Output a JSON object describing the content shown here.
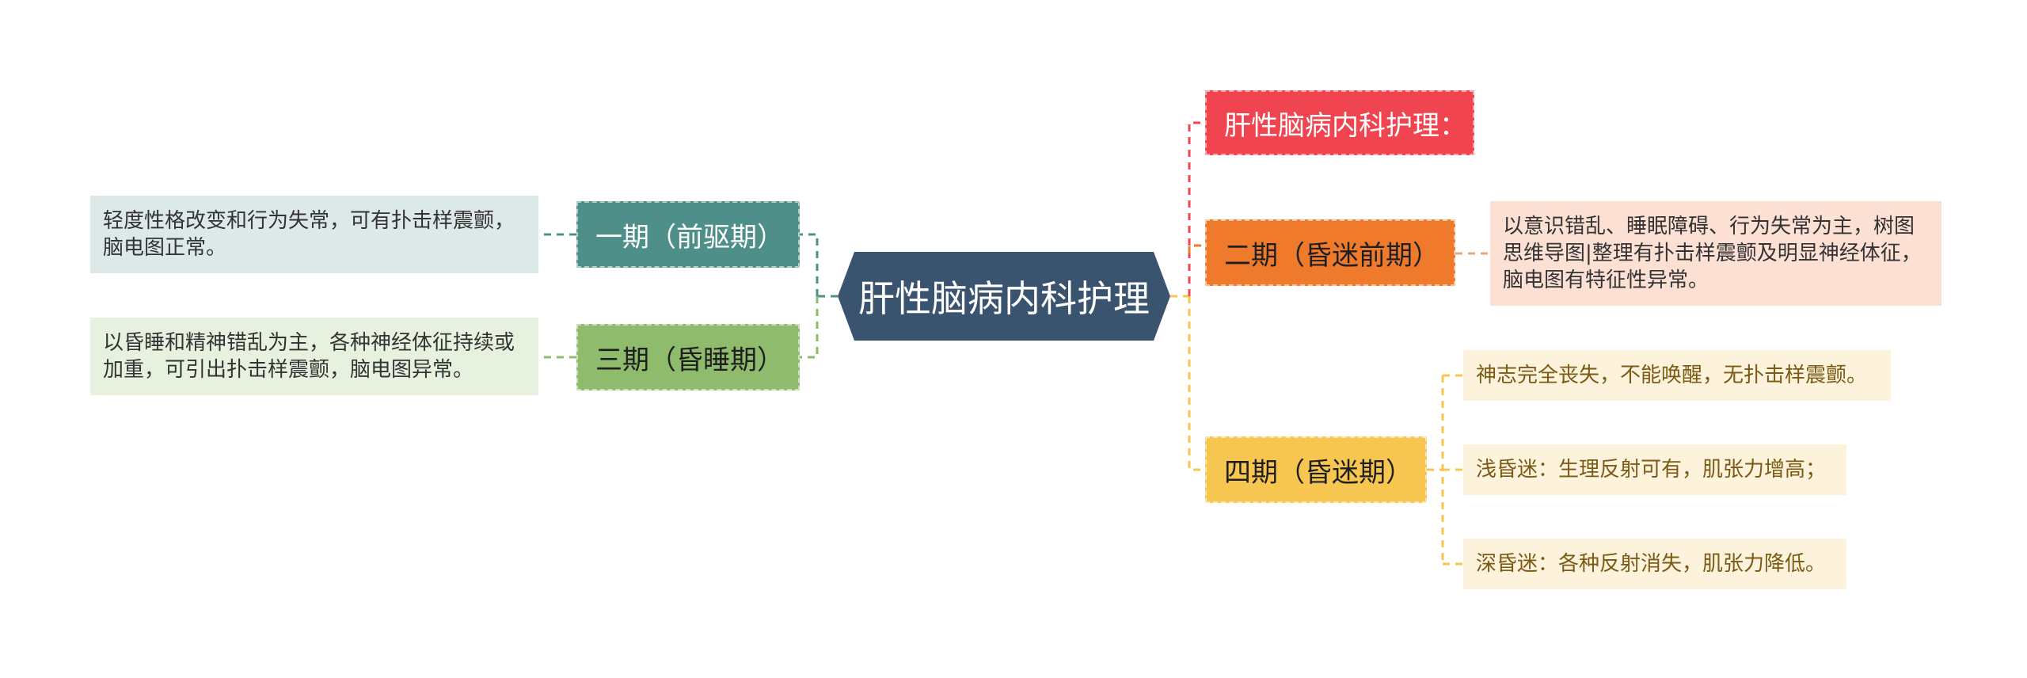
{
  "center": {
    "title": "肝性脑病内科护理"
  },
  "right": {
    "intro": {
      "label": "肝性脑病内科护理："
    },
    "stage2": {
      "label": "二期（昏迷前期）",
      "detail": "以意识错乱、睡眠障碍、行为失常为主，树图思维导图|整理有扑击样震颤及明显神经体征，脑电图有特征性异常。"
    },
    "stage4": {
      "label": "四期（昏迷期）",
      "details": [
        "神志完全丧失，不能唤醒，无扑击样震颤。",
        "浅昏迷：生理反射可有，肌张力增高；",
        "深昏迷：各种反射消失，肌张力降低。"
      ]
    }
  },
  "left": {
    "stage1": {
      "label": "一期（前驱期）",
      "detail": "轻度性格改变和行为失常，可有扑击样震颤，脑电图正常。"
    },
    "stage3": {
      "label": "三期（昏睡期）",
      "detail": "以昏睡和精神错乱为主，各种神经体征持续或加重，可引出扑击样震颤，脑电图异常。"
    }
  },
  "colors": {
    "center": "#3a536f",
    "intro": "#f04450",
    "stage2": "#f07a2c",
    "stage2_leaf": "#fce0d4",
    "stage4": "#f7c650",
    "stage4_leaf": "#fdf3dc",
    "stage1": "#4f8f8a",
    "stage1_leaf": "#dde9e9",
    "stage3": "#8fbb6c",
    "stage3_leaf": "#e7f1df"
  }
}
